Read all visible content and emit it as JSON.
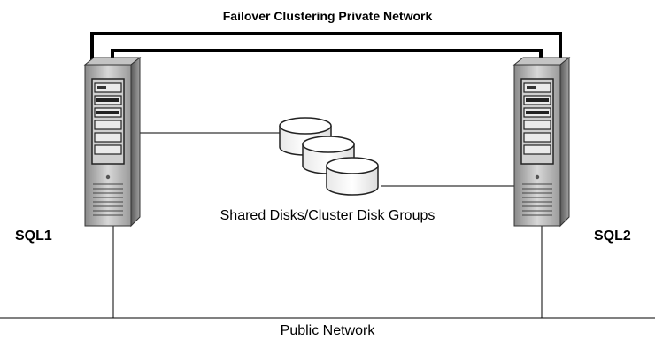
{
  "diagram": {
    "private_network_label": "Failover Clustering Private Network",
    "shared_disks_label": "Shared Disks/Cluster Disk Groups",
    "public_network_label": "Public Network",
    "nodes": [
      {
        "name": "SQL1",
        "icon": "server-tower-icon"
      },
      {
        "name": "SQL2",
        "icon": "server-tower-icon"
      }
    ],
    "disk_icon": "disk-cylinder-icon",
    "disk_count": 3
  }
}
